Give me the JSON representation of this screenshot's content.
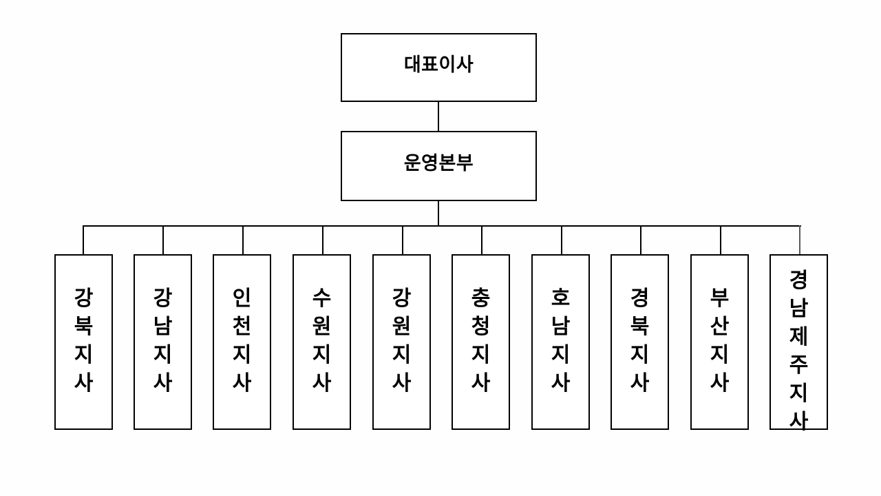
{
  "chart": {
    "title_text": "",
    "type": "organization-chart",
    "orientation": "top-down",
    "line_color": "#000000",
    "box_border_color": "#000000",
    "box_fill_color": "#ffffff",
    "background_color": "#fefefe",
    "text_color": "#000000"
  },
  "levels": {
    "level1": {
      "label": "대표이사"
    },
    "level2": {
      "label": "운영본부"
    }
  },
  "branches": [
    {
      "label": "강북지사"
    },
    {
      "label": "강남지사"
    },
    {
      "label": "인천지사"
    },
    {
      "label": "수원지사"
    },
    {
      "label": "강원지사"
    },
    {
      "label": "충청지사"
    },
    {
      "label": "호남지사"
    },
    {
      "label": "경북지사"
    },
    {
      "label": "부산지사"
    },
    {
      "label": "경남제주지사"
    }
  ]
}
